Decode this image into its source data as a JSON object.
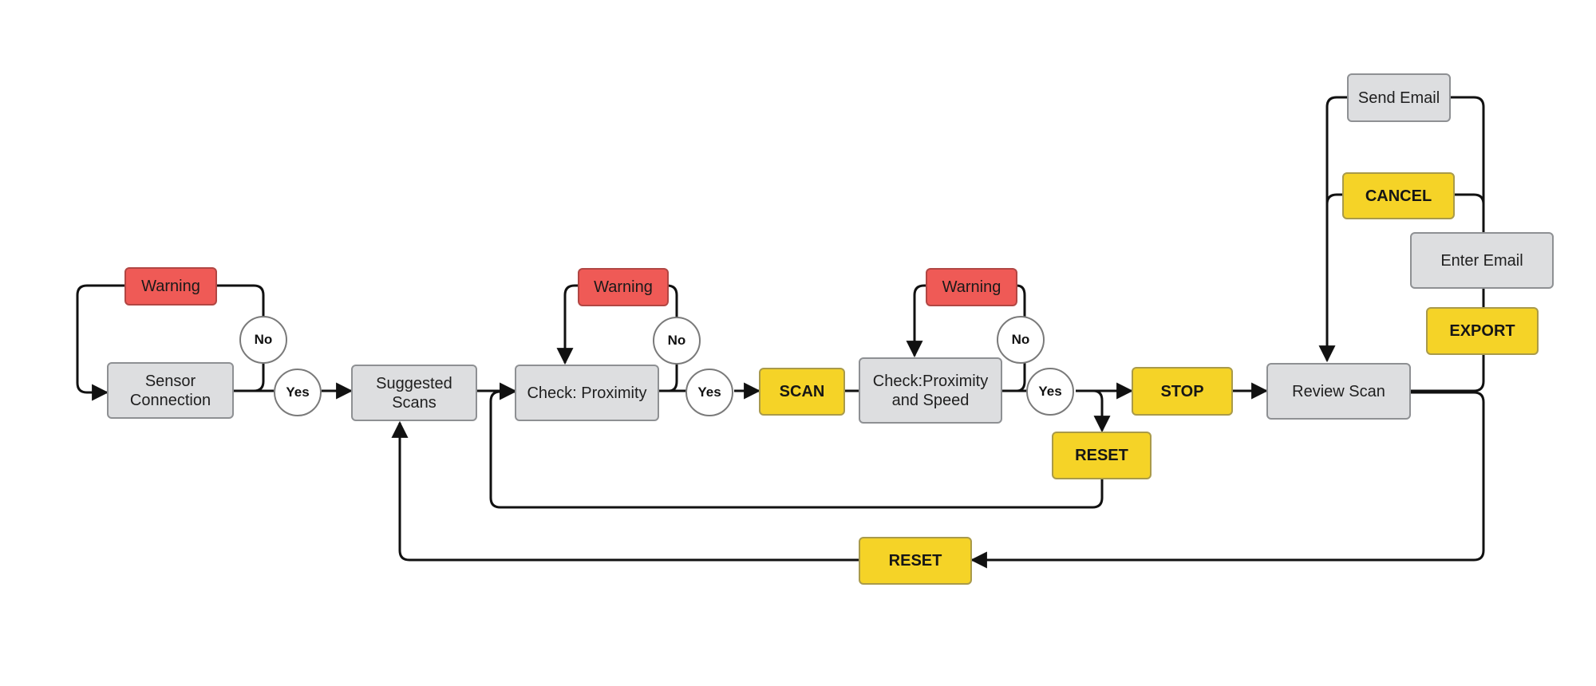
{
  "nodes": {
    "sensor_connection": "Sensor\nConnection",
    "suggested_scans": "Suggested\nScans",
    "check_proximity": "Check: Proximity",
    "scan": "SCAN",
    "check_proximity_speed": "Check:Proximity\nand Speed",
    "stop": "STOP",
    "review_scan": "Review Scan",
    "reset_inner": "RESET",
    "reset_outer": "RESET",
    "send_email": "Send Email",
    "cancel": "CANCEL",
    "enter_email": "Enter Email",
    "export": "EXPORT",
    "warning_1": "Warning",
    "warning_2": "Warning",
    "warning_3": "Warning"
  },
  "decisions": {
    "no_1": "No",
    "yes_1": "Yes",
    "no_2": "No",
    "yes_2": "Yes",
    "no_3": "No",
    "yes_3": "Yes"
  },
  "colors": {
    "process_fill": "#dddee0",
    "action_fill": "#f5d327",
    "warning_fill": "#ef5a56",
    "connector": "#111111"
  }
}
